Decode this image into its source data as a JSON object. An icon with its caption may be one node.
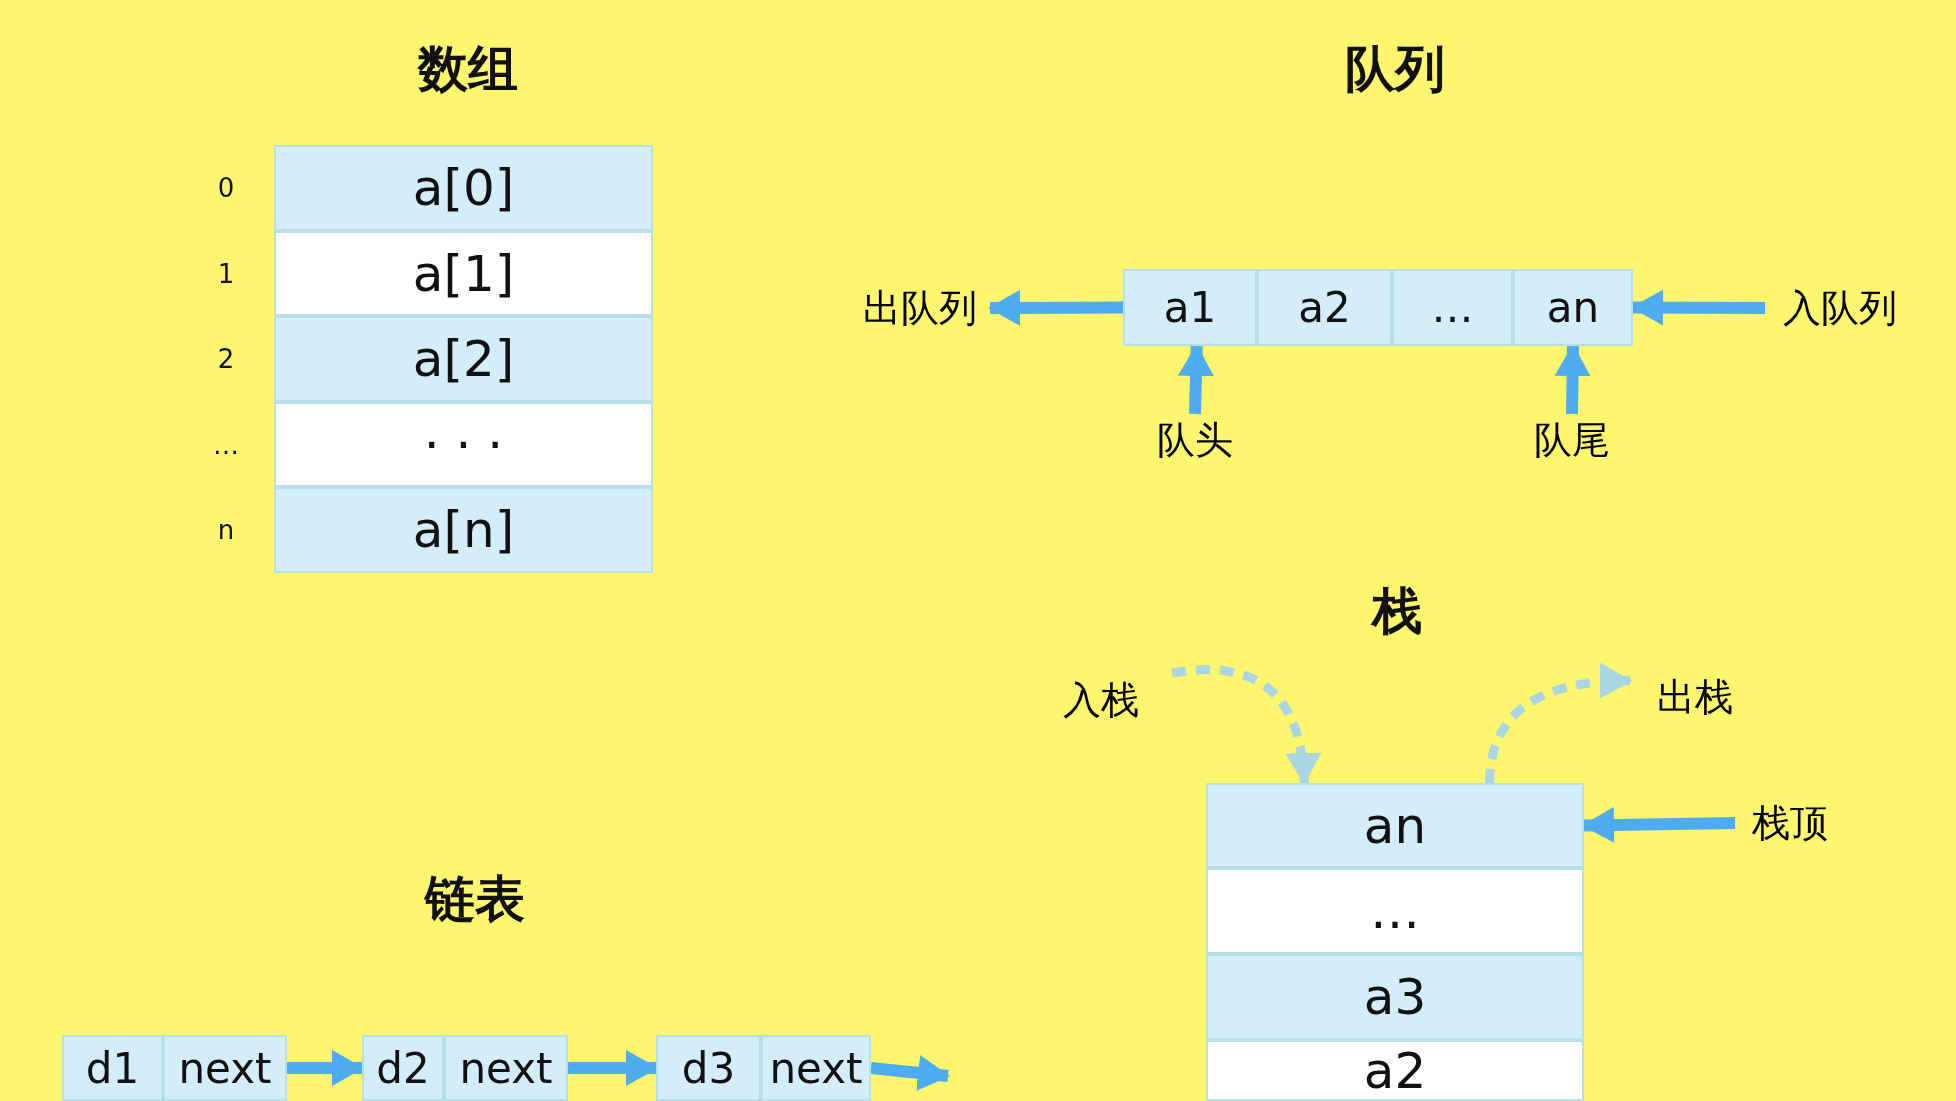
{
  "diagram": {
    "nodes": [
      {
        "text": [
          "a[0]"
        ],
        "beside": [
          "0"
        ]
      },
      {
        "text": [
          "a[1]"
        ],
        "beside": [
          "1"
        ]
      },
      {
        "text": [
          "a[2]"
        ],
        "beside": [
          "2"
        ]
      },
      {
        "text": [
          "· · ·"
        ],
        "beside": [
          "…"
        ]
      },
      {
        "text": [
          "a[n]"
        ],
        "beside": [
          "n"
        ]
      },
      {
        "text": [
          "出队列"
        ]
      },
      {
        "text": [
          "a1"
        ]
      },
      {
        "text": [
          "a2"
        ]
      },
      {
        "text": [
          "…"
        ]
      },
      {
        "text": [
          "an"
        ]
      },
      {
        "text": [
          "入队列"
        ]
      },
      {
        "text": [
          "队头"
        ]
      },
      {
        "text": [
          "队尾"
        ]
      },
      {
        "text": [
          "入栈"
        ]
      },
      {
        "text": [
          "出栈"
        ]
      },
      {
        "text": [
          "an"
        ]
      },
      {
        "text": [
          "栈顶"
        ]
      },
      {
        "text": [
          "…"
        ]
      },
      {
        "text": [
          "a3"
        ]
      },
      {
        "text": [
          "a2"
        ]
      },
      {
        "text": [
          "d1"
        ]
      },
      {
        "text": [
          "next"
        ]
      },
      {
        "text": [
          "d2"
        ]
      },
      {
        "text": [
          "next"
        ]
      },
      {
        "text": [
          "d3"
        ]
      },
      {
        "text": [
          "next"
        ]
      }
    ],
    "edges": [
      {
        "from": 6,
        "to": 5,
        "arrow": "to"
      },
      {
        "from": 10,
        "to": 9,
        "arrow": "to"
      },
      {
        "from": 11,
        "to": 6,
        "arrow": "to"
      },
      {
        "from": 12,
        "to": 9,
        "arrow": "to"
      },
      {
        "from": 13,
        "to": 15,
        "arrow": "to",
        "style": "dashed",
        "color": "#a9d6e2"
      },
      {
        "from": 15,
        "to": 14,
        "arrow": "to",
        "style": "dashed",
        "color": "#a9d6e2"
      },
      {
        "from": 16,
        "to": 15,
        "arrow": "to"
      },
      {
        "from": 21,
        "to": 22,
        "arrow": "to"
      },
      {
        "from": 23,
        "to": 24,
        "arrow": "to"
      },
      {
        "from": 25,
        "to": null,
        "arrow": "to"
      }
    ],
    "labels": [
      "数组",
      "队列",
      "栈",
      "链表"
    ]
  }
}
